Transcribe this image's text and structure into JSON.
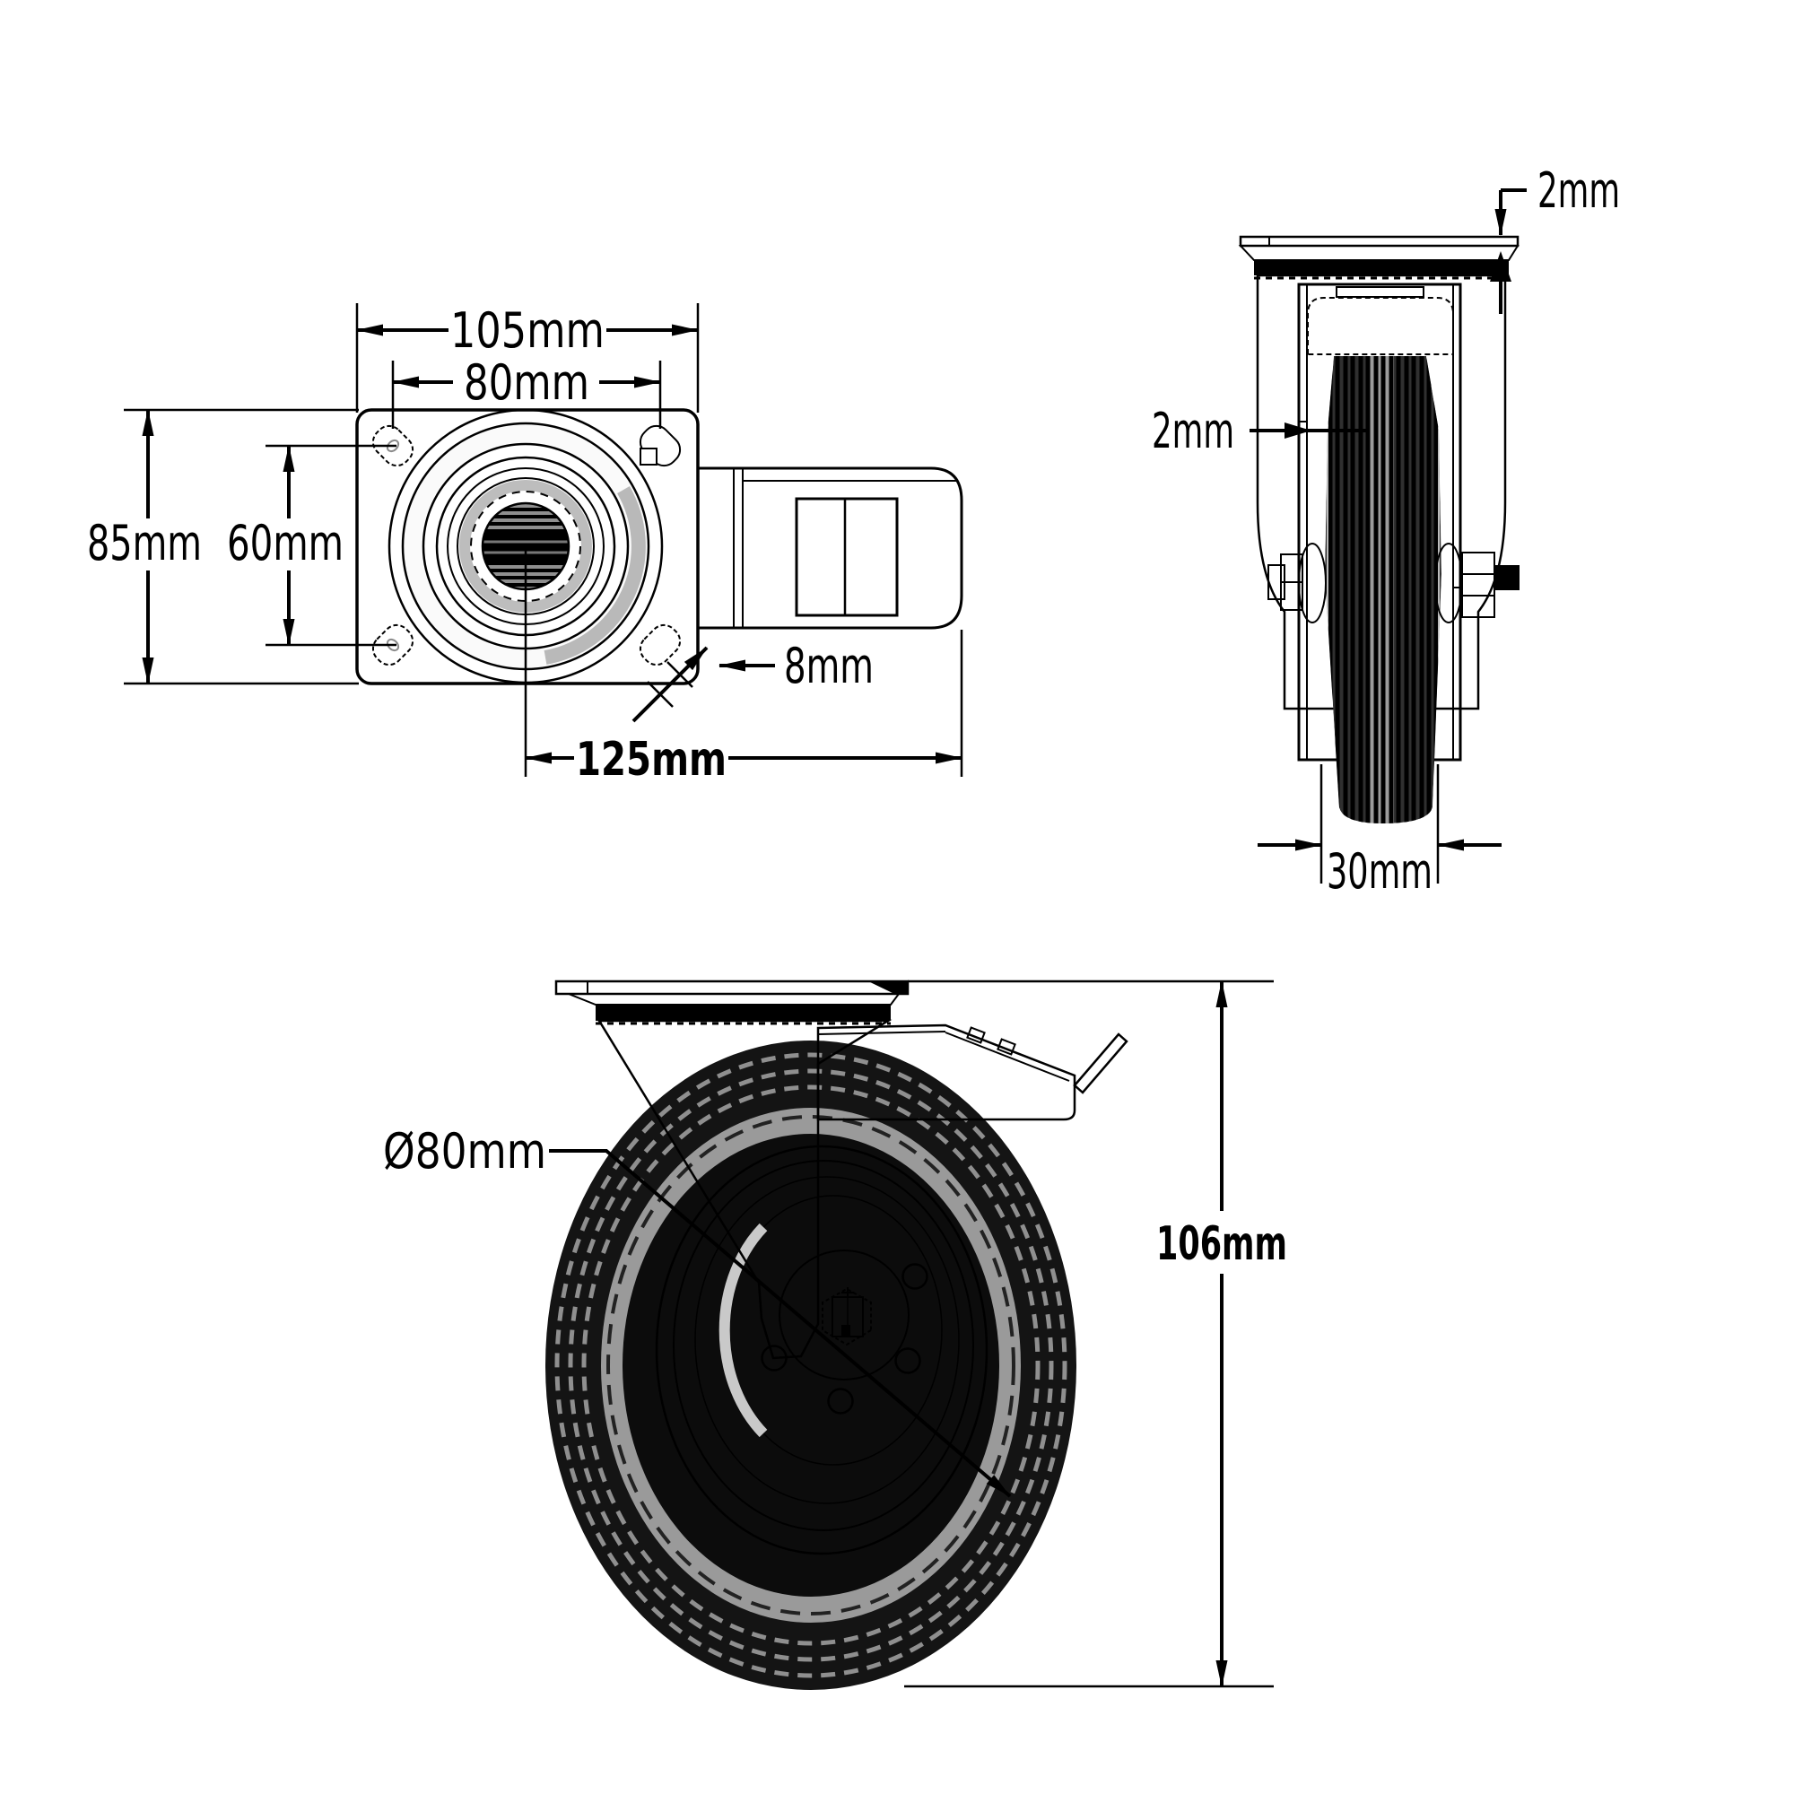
{
  "drawing": {
    "type": "caster-wheel-technical-drawing",
    "colors": {
      "line": "#000000",
      "fill_light": "#ececec",
      "fill_mid": "#c6c6c6",
      "tire_black": "#141414",
      "background": "#ffffff"
    },
    "views": {
      "top_view": {
        "description": "top view of mounting plate with brake pedal",
        "labels": {
          "plate_width": "105mm",
          "bolt_spacing_width": "80mm",
          "plate_depth": "85mm",
          "bolt_spacing_depth": "60mm",
          "bolt_slot": "8mm",
          "overall_length": "125mm"
        }
      },
      "front_view": {
        "description": "front view of wheel in fork",
        "labels": {
          "plate_thickness": "2mm",
          "fork_plate_thickness": "2mm",
          "wheel_width": "30mm"
        }
      },
      "side_view": {
        "description": "side view of swivel caster with brake",
        "labels": {
          "wheel_diameter": "Ø80mm",
          "overall_height": "106mm"
        }
      }
    }
  }
}
